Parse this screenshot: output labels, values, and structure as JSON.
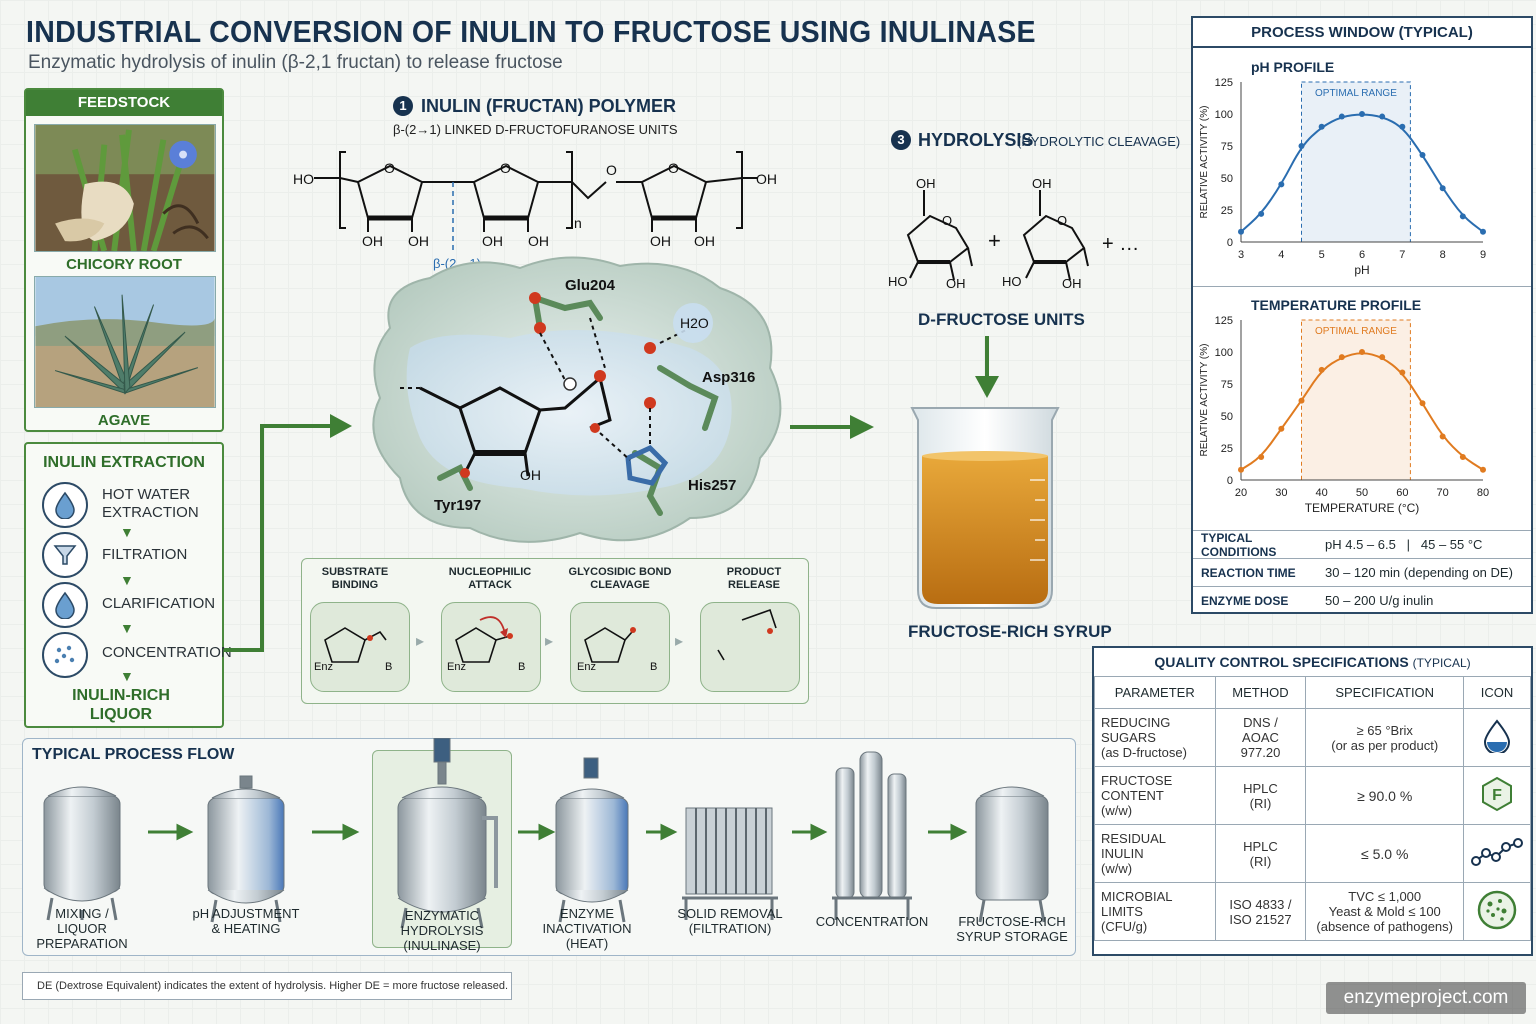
{
  "header": {
    "title": "INDUSTRIAL CONVERSION OF INULIN TO FRUCTOSE USING INULINASE",
    "subtitle": "Enzymatic hydrolysis of inulin (β-2,1 fructan) to release fructose"
  },
  "feedstock": {
    "heading": "FEEDSTOCK",
    "items": [
      {
        "label": "CHICORY ROOT"
      },
      {
        "label": "AGAVE"
      }
    ]
  },
  "extraction": {
    "heading": "INULIN EXTRACTION",
    "steps": [
      {
        "label": "HOT WATER EXTRACTION",
        "icon": "water-drop-icon"
      },
      {
        "label": "FILTRATION",
        "icon": "funnel-icon"
      },
      {
        "label": "CLARIFICATION",
        "icon": "water-drop-icon"
      },
      {
        "label": "CONCENTRATION",
        "icon": "dots-icon"
      }
    ],
    "result": "INULIN-RICH LIQUOR"
  },
  "polymer": {
    "number": "1",
    "heading": "INULIN (FRUCTAN) POLYMER",
    "subheading": "β-(2→1) LINKED D-FRUCTOFURANOSE UNITS",
    "linkage_label": "β-(2→1)",
    "ho": "HO",
    "oh": "OH",
    "o": "O",
    "n": "n"
  },
  "active_site": {
    "residues": [
      "Glu204",
      "Asp316",
      "His257",
      "Tyr197"
    ],
    "water": "H2O",
    "oh": "OH"
  },
  "mechanism": {
    "steps": [
      {
        "label": "SUBSTRATE BINDING"
      },
      {
        "label": "NUCLEOPHILIC ATTACK"
      },
      {
        "label": "GLYCOSIDIC BOND CLEAVAGE"
      },
      {
        "label": "PRODUCT RELEASE"
      }
    ],
    "enz": "Enz",
    "b": "B"
  },
  "hydrolysis": {
    "number": "3",
    "heading": "HYDROLYSIS",
    "note": "(HYDROLYTIC CLEAVAGE)",
    "units_label": "D-FRUCTOSE UNITS",
    "product": "FRUCTOSE-RICH SYRUP",
    "plus": "+",
    "ellipsis": "+ …"
  },
  "process_window": {
    "heading": "PROCESS WINDOW (TYPICAL)",
    "conditions": [
      {
        "label": "TYPICAL CONDITIONS",
        "value": "pH 4.5 – 6.5   |   45 – 55 °C"
      },
      {
        "label": "REACTION TIME",
        "value": "30 – 120 min (depending on DE)"
      },
      {
        "label": "ENZYME DOSE",
        "value": "50 – 200 U/g inulin"
      }
    ]
  },
  "chart_data": [
    {
      "type": "line",
      "title": "pH PROFILE",
      "xlabel": "pH",
      "ylabel": "RELATIVE ACTIVITY (%)",
      "annotation": "OPTIMAL RANGE",
      "optimal_range": [
        4.5,
        7.2
      ],
      "xlim": [
        3,
        9
      ],
      "ylim": [
        0,
        125
      ],
      "xticks": [
        3,
        4,
        5,
        6,
        7,
        8,
        9
      ],
      "yticks": [
        0,
        25,
        50,
        75,
        100,
        125
      ],
      "color": "#2a6db0",
      "x": [
        3.0,
        3.5,
        4.0,
        4.5,
        5.0,
        5.5,
        6.0,
        6.5,
        7.0,
        7.5,
        8.0,
        8.5,
        9.0
      ],
      "y": [
        8,
        22,
        45,
        75,
        90,
        98,
        100,
        98,
        90,
        68,
        42,
        20,
        8
      ]
    },
    {
      "type": "line",
      "title": "TEMPERATURE PROFILE",
      "xlabel": "TEMPERATURE (°C)",
      "ylabel": "RELATIVE ACTIVITY (%)",
      "annotation": "OPTIMAL RANGE",
      "optimal_range": [
        35,
        62
      ],
      "xlim": [
        20,
        80
      ],
      "ylim": [
        0,
        125
      ],
      "xticks": [
        20,
        30,
        40,
        50,
        60,
        70,
        80
      ],
      "yticks": [
        0,
        25,
        50,
        75,
        100,
        125
      ],
      "color": "#e07b20",
      "x": [
        20,
        25,
        30,
        35,
        40,
        45,
        50,
        55,
        60,
        65,
        70,
        75,
        80
      ],
      "y": [
        8,
        18,
        40,
        62,
        86,
        96,
        100,
        96,
        84,
        60,
        34,
        18,
        8
      ]
    }
  ],
  "qc": {
    "heading": "QUALITY CONTROL SPECIFICATIONS",
    "heading_note": "(TYPICAL)",
    "columns": [
      "PARAMETER",
      "METHOD",
      "SPECIFICATION",
      "ICON"
    ],
    "rows": [
      {
        "param": "REDUCING SUGARS",
        "param2": "(as D-fructose)",
        "method": "DNS /",
        "method2": "AOAC 977.20",
        "spec": "≥ 65 °Brix",
        "spec2": "(or as per product)",
        "icon": "drop-icon"
      },
      {
        "param": "FRUCTOSE CONTENT",
        "param2": "(w/w)",
        "method": "HPLC",
        "method2": "(RI)",
        "spec": "≥ 90.0 %",
        "spec2": "",
        "icon": "fructose-hexagon-icon",
        "icon_text": "F"
      },
      {
        "param": "RESIDUAL INULIN",
        "param2": "(w/w)",
        "method": "HPLC",
        "method2": "(RI)",
        "spec": "≤ 5.0 %",
        "spec2": "",
        "icon": "chain-icon"
      },
      {
        "param": "MICROBIAL LIMITS",
        "param2": "(CFU/g)",
        "method": "ISO 4833 /",
        "method2": "ISO 21527",
        "spec": "TVC ≤ 1,000",
        "spec2": "Yeast & Mold ≤ 100",
        "spec3": "(absence of pathogens)",
        "icon": "petri-dish-icon"
      }
    ]
  },
  "process_flow": {
    "heading": "TYPICAL PROCESS FLOW",
    "steps": [
      {
        "label": "MIXING /",
        "label2": "LIQUOR PREPARATION"
      },
      {
        "label": "pH ADJUSTMENT",
        "label2": "& HEATING"
      },
      {
        "label": "ENZYMATIC HYDROLYSIS",
        "label2": "(INULINASE)"
      },
      {
        "label": "ENZYME",
        "label2": "INACTIVATION",
        "label3": "(HEAT)"
      },
      {
        "label": "SOLID REMOVAL",
        "label2": "(FILTRATION)"
      },
      {
        "label": "CONCENTRATION",
        "label2": ""
      },
      {
        "label": "FRUCTOSE-RICH",
        "label2": "SYRUP STORAGE"
      }
    ]
  },
  "footnote": "DE (Dextrose Equivalent) indicates the extent of hydrolysis. Higher DE = more fructose released.",
  "watermark": "enzymeproject.com"
}
